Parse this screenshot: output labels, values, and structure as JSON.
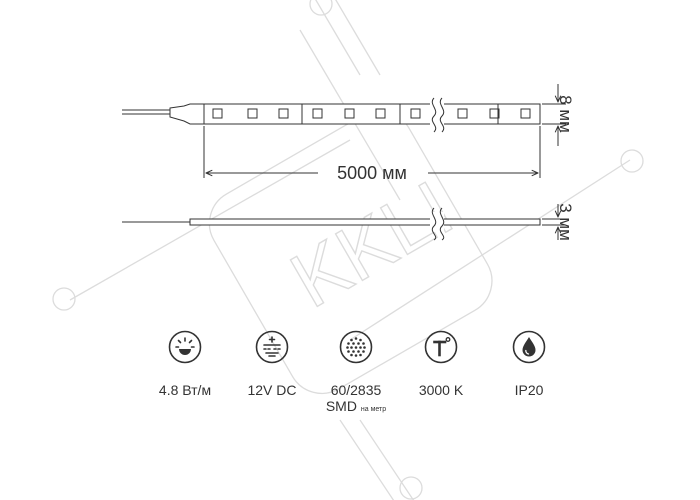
{
  "watermark": {
    "text": "KKLI",
    "color": "#dcdcdc"
  },
  "drawing": {
    "length_label": "5000 мм",
    "width_label": "8 мм",
    "thickness_label": "3 мм"
  },
  "specs": [
    {
      "icon": "brightness-icon",
      "label": "4.8 Вт/м"
    },
    {
      "icon": "dc-power-icon",
      "label": "12V DC"
    },
    {
      "icon": "led-dots-icon",
      "label": "60/2835",
      "sub_main": "SMD",
      "sub_small": "на метр"
    },
    {
      "icon": "temperature-icon",
      "label": "3000 K"
    },
    {
      "icon": "water-drop-icon",
      "label": "IP20"
    }
  ]
}
